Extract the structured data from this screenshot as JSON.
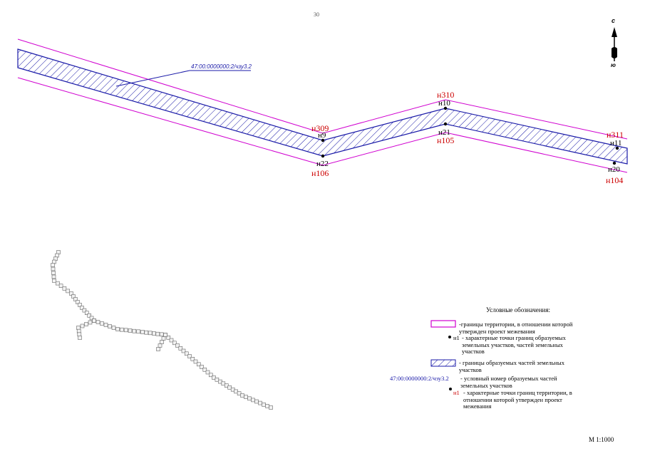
{
  "page_number": "30",
  "scale": "М 1:1000",
  "north_arrow": {
    "north": "с",
    "south": "ю"
  },
  "parcel_label": "47:00:0000000:2/чзу3.2",
  "points": {
    "n309": "н309",
    "n9": "н9",
    "n22": "н22",
    "n106": "н106",
    "n310": "н310",
    "n10": "н10",
    "n21": "н21",
    "n105": "н105",
    "n311": "н311",
    "n11": "н11",
    "n20": "н20",
    "n104": "н104"
  },
  "legend": {
    "title": "Условные обозначения:",
    "items": [
      {
        "symbol": "magenta-rectangle",
        "text": "-границы территории, в отношении которой утвержден проект межевания"
      },
      {
        "symbol": "black-point",
        "marker": "н1",
        "text": "- характерные точки границ образуемых земельных участков, частей земельных участков"
      },
      {
        "symbol": "blue-hatch",
        "text": "- границы образуемых частей земельных участков"
      },
      {
        "symbol": "blue-text",
        "marker": "47:00:0000000:2/чзу3.2",
        "text": "- условный номер образуемых частей земельных участков"
      },
      {
        "symbol": "red-point",
        "marker": "н1",
        "text": "- характерные точки границ территории, в отношении которой утвержден проект межевания"
      }
    ]
  },
  "colors": {
    "territory_boundary": "#d000d0",
    "parcel_part": "#1a1aa8",
    "territory_points": "#cc0000"
  }
}
